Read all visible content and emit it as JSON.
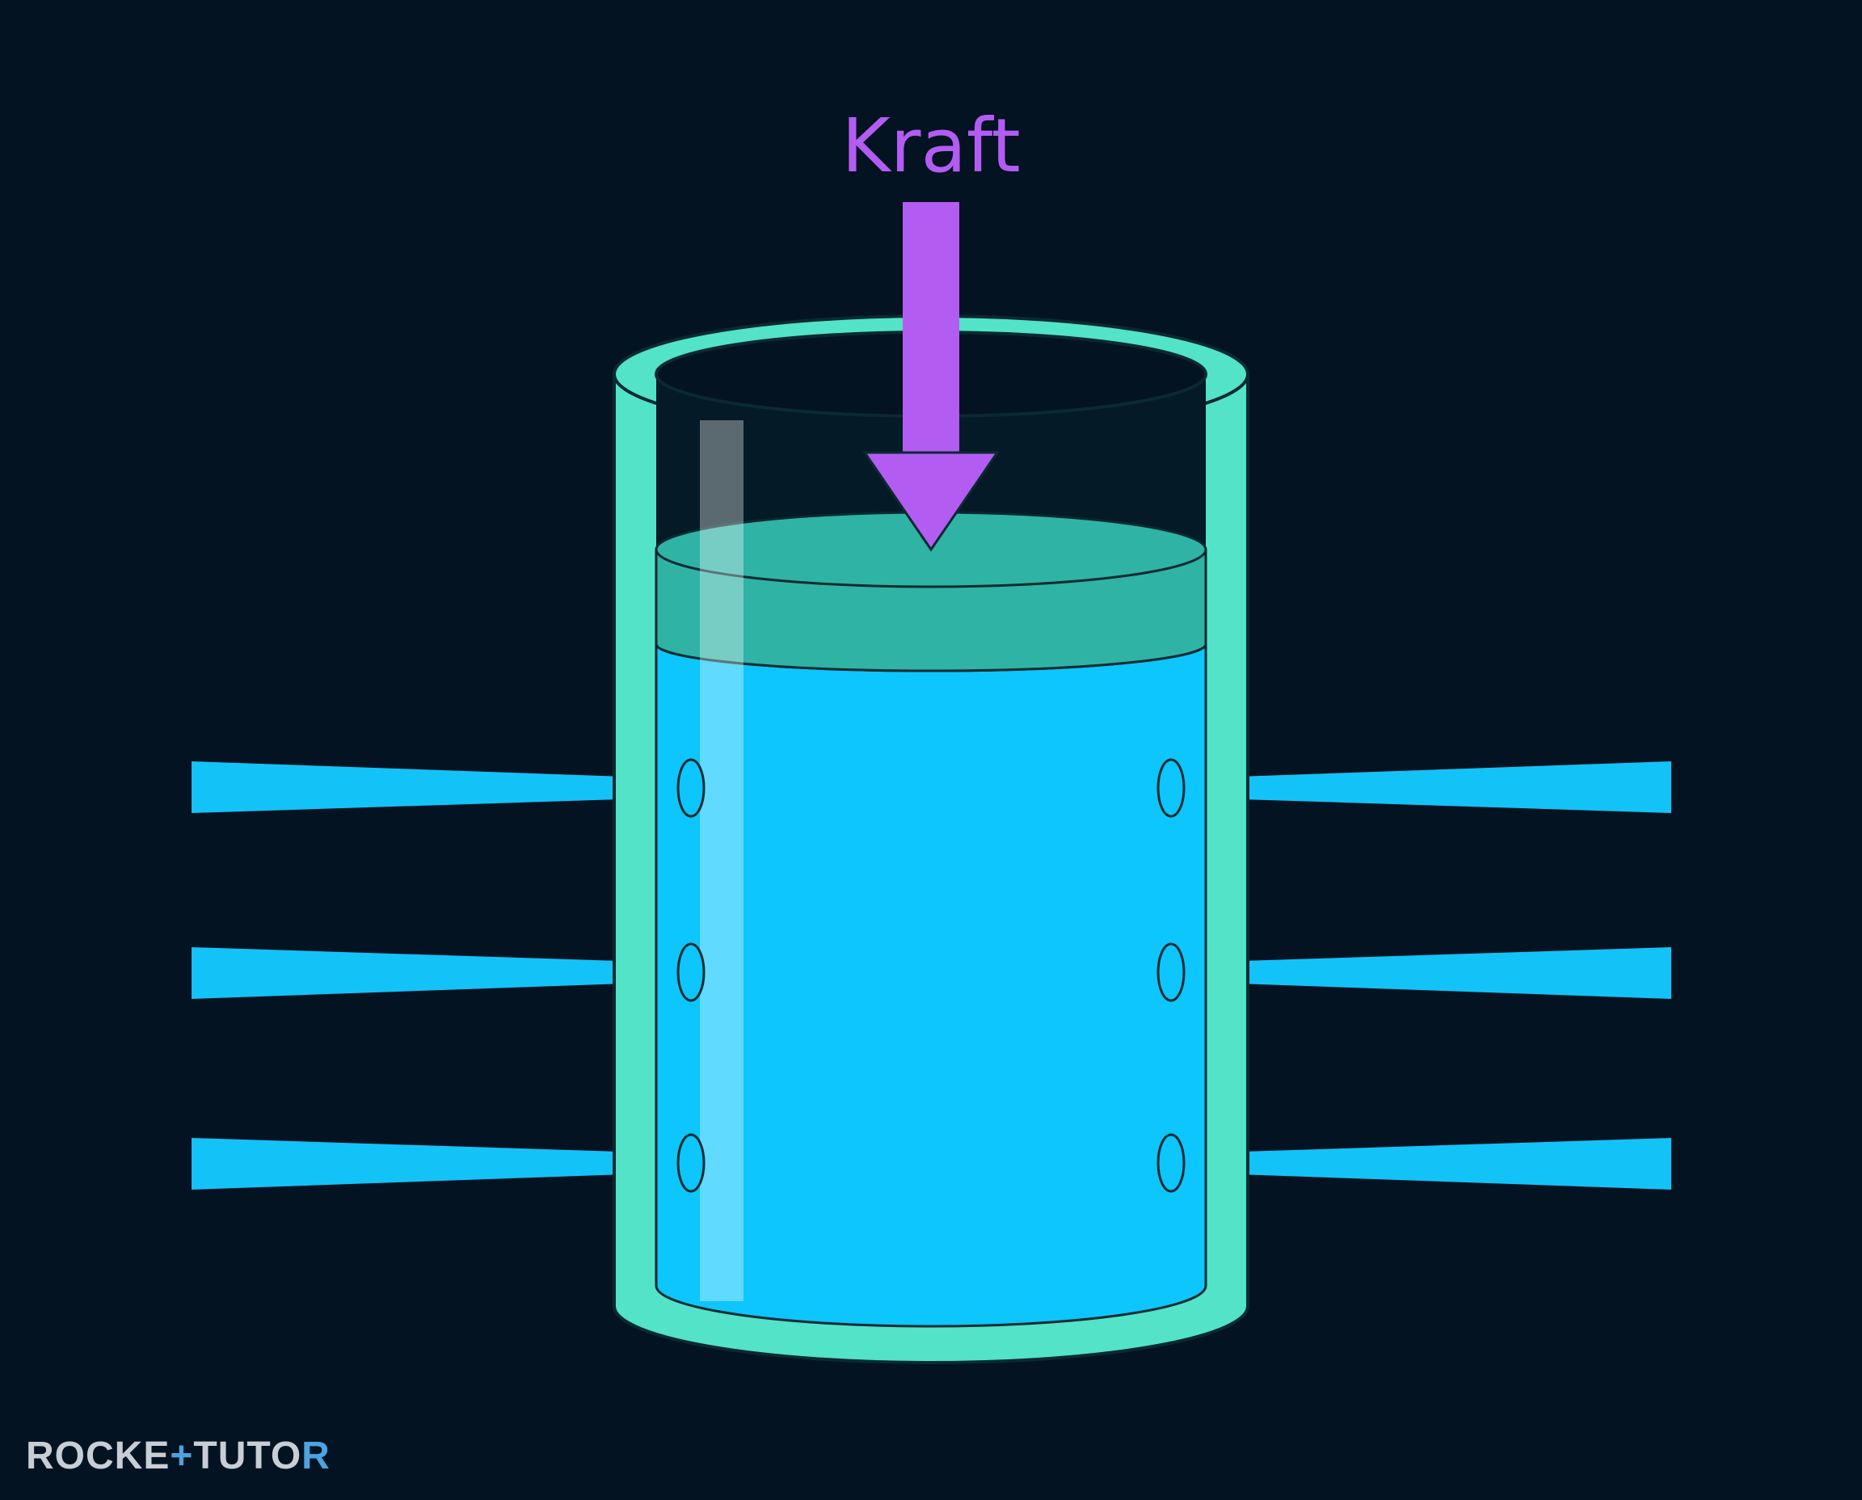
{
  "diagram": {
    "force_label": "Kraft"
  },
  "logo": {
    "part1": "ROCKE",
    "plus": "+",
    "part2": "TUTO",
    "part3": "R"
  },
  "colors": {
    "background": "#031322",
    "cylinder_wall": "#52e3c9",
    "piston": "#2fb3a5",
    "water": "#0cc6fd",
    "jets": "#13c3f7",
    "force_arrow": "#b35cf2",
    "logo_text": "#c8ced6",
    "logo_accent": "#4da3e0"
  },
  "icons": {
    "force_arrow": "arrow-down-icon",
    "wordmark": "rocketutor-logo"
  }
}
